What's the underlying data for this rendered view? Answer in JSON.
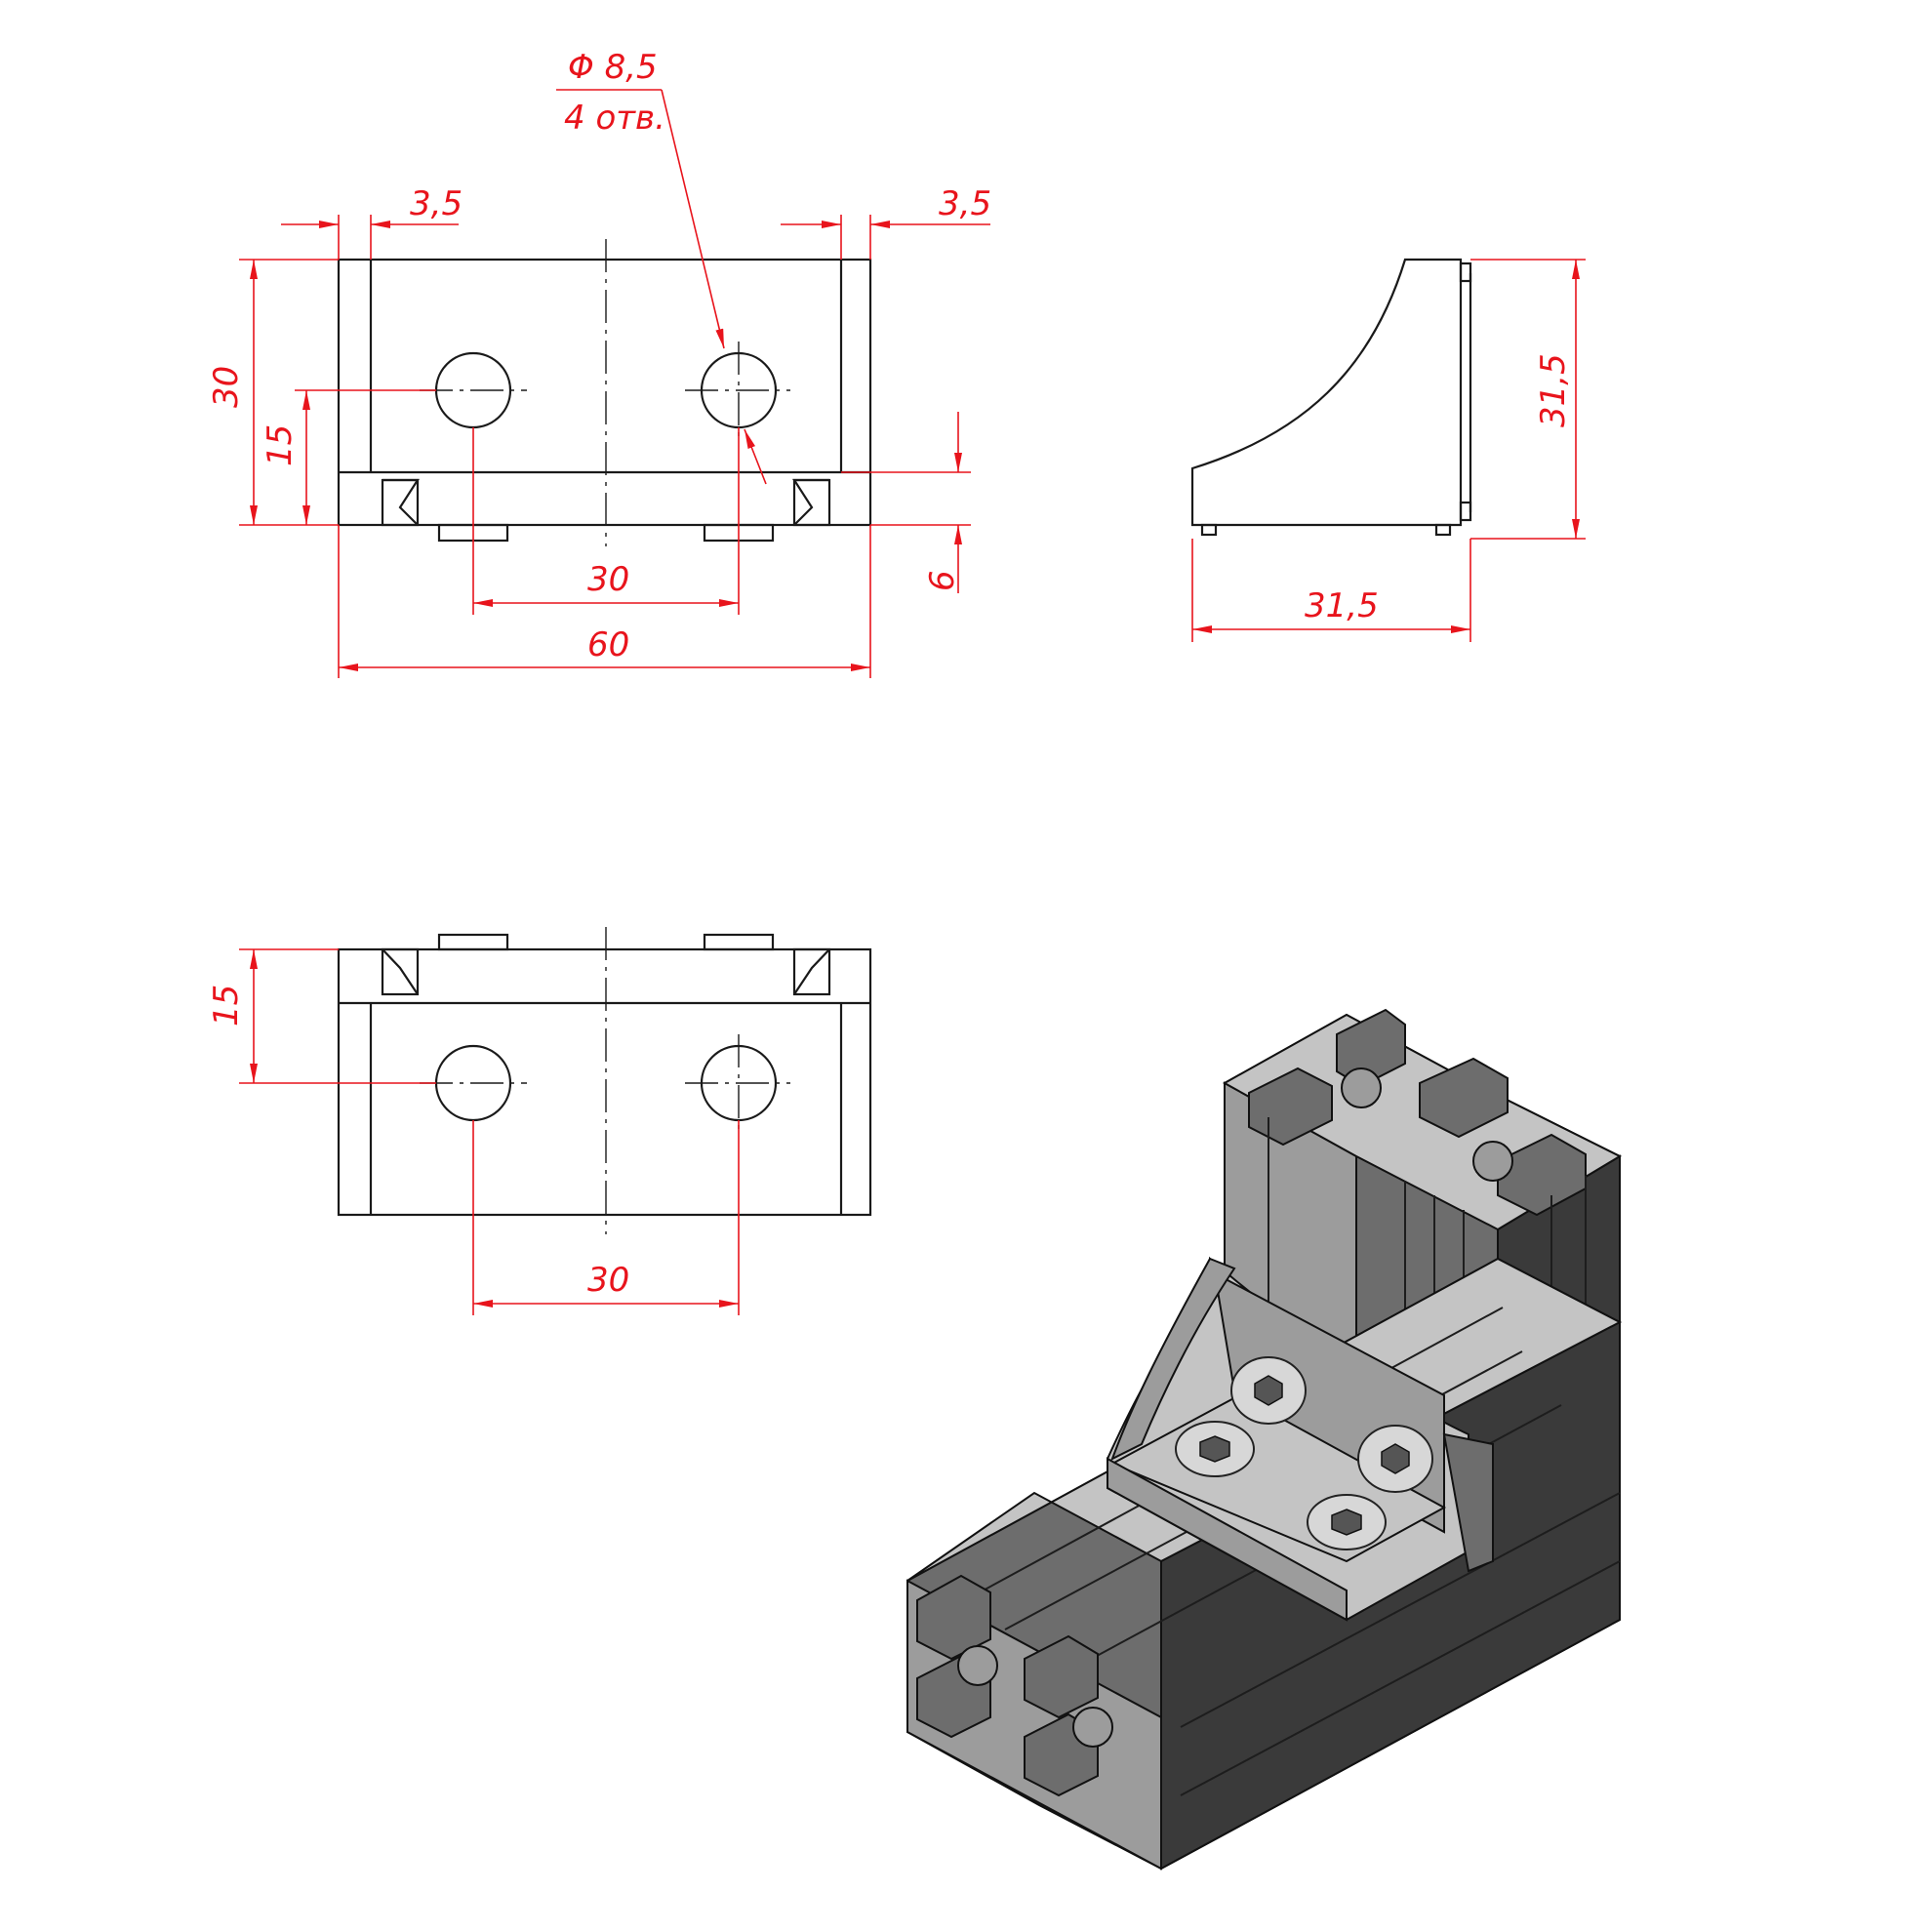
{
  "dimensions": {
    "hole_diameter": "Φ 8,5",
    "hole_count": "4 отв.",
    "edge_left": "3,5",
    "edge_right": "3,5",
    "height_30": "30",
    "height_15": "15",
    "thickness_6": "6",
    "hole_spacing_top": "30",
    "width_60": "60",
    "side_height": "31,5",
    "side_width": "31,5",
    "bottom_height_15": "15",
    "hole_spacing_bottom": "30"
  },
  "colors": {
    "dimension": "#e8141c",
    "outline": "#1a1a1a",
    "profile_dark": "#3a3a3a",
    "profile_mid": "#6d6d6d",
    "bracket_light": "#c4c4c4"
  }
}
